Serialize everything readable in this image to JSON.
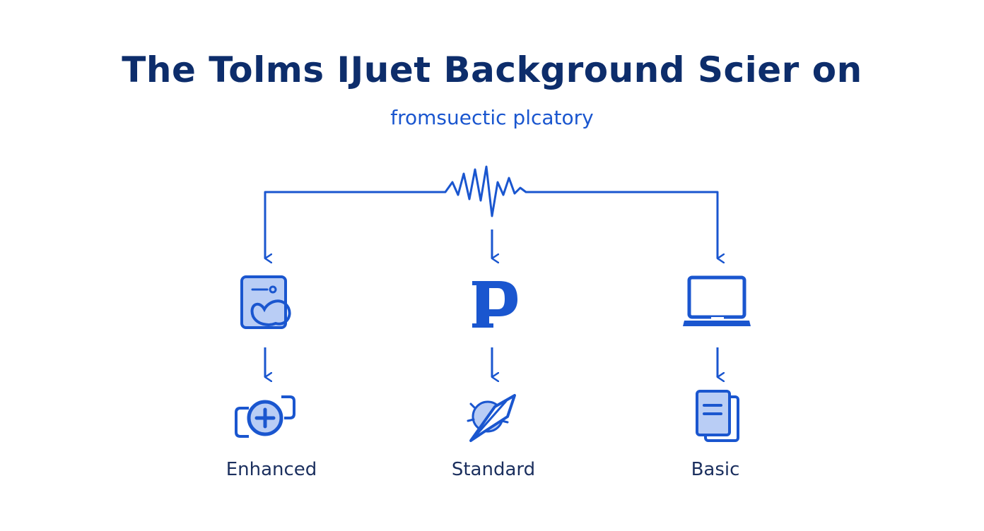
{
  "colors": {
    "title": "#0d2d6b",
    "accent": "#1a56cf",
    "fill": "#b9cdf5",
    "label": "#1b2f5e"
  },
  "title": "The Tolms IJuet Background Scier on",
  "subtitle": "fromsuectic plcatory",
  "signal_icon": "waveform-icon",
  "branches": [
    {
      "id": "enhanced",
      "label": "Enhanced",
      "source_icon": "photo-card-icon",
      "tier_icon": "add-circle-icon"
    },
    {
      "id": "standard",
      "label": "Standard",
      "source_icon": "letter-p-icon",
      "tier_icon": "quill-icon"
    },
    {
      "id": "basic",
      "label": "Basic",
      "source_icon": "laptop-icon",
      "tier_icon": "document-icon"
    }
  ]
}
